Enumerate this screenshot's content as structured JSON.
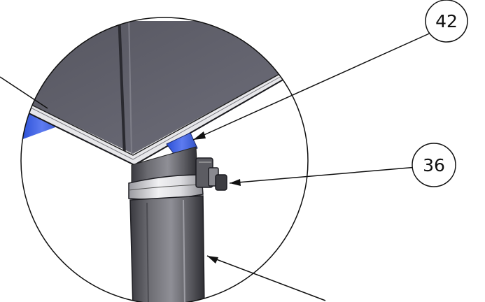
{
  "drawing": {
    "view": "detail-view",
    "callouts": [
      {
        "id": "callout-42",
        "label": "42"
      },
      {
        "id": "callout-36",
        "label": "36"
      }
    ]
  }
}
